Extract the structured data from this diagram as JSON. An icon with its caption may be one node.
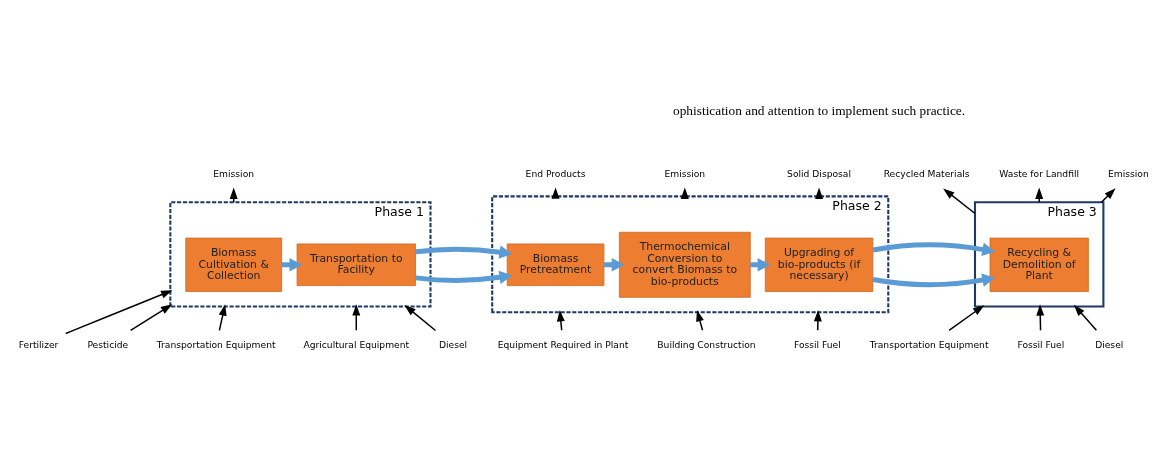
{
  "diagram": {
    "nodes": [
      {
        "text": [
          "Phase 1"
        ]
      },
      {
        "text": [
          "Biomass Cultivation & Collection"
        ],
        "in": 0
      },
      {
        "text": [
          "Transportation to Facility"
        ],
        "in": 0
      },
      {
        "text": [
          "Phase 2"
        ]
      },
      {
        "text": [
          "Biomass Pretreatment"
        ],
        "in": 3
      },
      {
        "text": [
          "Thermochemical Conversion to convert Biomass to bio-products"
        ],
        "in": 3
      },
      {
        "text": [
          "Upgrading of bio-products (if necessary)"
        ],
        "in": 3
      },
      {
        "text": [
          "Phase 3"
        ]
      },
      {
        "text": [
          "Recycling & Demolition of Plant"
        ],
        "in": 7
      },
      {
        "text": [
          "Emission"
        ]
      },
      {
        "text": [
          "End Products"
        ]
      },
      {
        "text": [
          "Emission"
        ]
      },
      {
        "text": [
          "Solid Disposal"
        ]
      },
      {
        "text": [
          "Recycled Materials"
        ]
      },
      {
        "text": [
          "Waste for Landfill"
        ]
      },
      {
        "text": [
          "Emission"
        ]
      },
      {
        "text": [
          "Fertilizer"
        ]
      },
      {
        "text": [
          "Pesticide"
        ]
      },
      {
        "text": [
          "Transportation Equipment"
        ]
      },
      {
        "text": [
          "Agricultural Equipment"
        ]
      },
      {
        "text": [
          "Diesel"
        ]
      },
      {
        "text": [
          "Equipment Required in Plant"
        ]
      },
      {
        "text": [
          "Building Construction"
        ]
      },
      {
        "text": [
          "Fossil Fuel"
        ]
      },
      {
        "text": [
          "Transportation Equipment"
        ]
      },
      {
        "text": [
          "Fossil Fuel"
        ]
      },
      {
        "text": [
          "Diesel"
        ]
      }
    ],
    "edges": [
      {
        "from": 1,
        "to": 2,
        "arrow": "to",
        "style": "thick",
        "color": "#5b9bd5"
      },
      {
        "from": 2,
        "to": 4,
        "arrow": "to",
        "style": "thick",
        "color": "#5b9bd5"
      },
      {
        "from": 4,
        "to": 5,
        "arrow": "to",
        "style": "thick",
        "color": "#5b9bd5"
      },
      {
        "from": 5,
        "to": 6,
        "arrow": "to",
        "style": "thick",
        "color": "#5b9bd5"
      },
      {
        "from": 6,
        "to": 8,
        "arrow": "to",
        "style": "thick",
        "color": "#5b9bd5"
      },
      {
        "from": 0,
        "to": 9,
        "arrow": "to"
      },
      {
        "from": 3,
        "to": 10,
        "arrow": "to"
      },
      {
        "from": 3,
        "to": 11,
        "arrow": "to"
      },
      {
        "from": 3,
        "to": 12,
        "arrow": "to"
      },
      {
        "from": 7,
        "to": 13,
        "arrow": "to"
      },
      {
        "from": 7,
        "to": 14,
        "arrow": "to"
      },
      {
        "from": 7,
        "to": 15,
        "arrow": "to"
      },
      {
        "from": 16,
        "to": 0,
        "arrow": "to"
      },
      {
        "from": 17,
        "to": 0,
        "arrow": "to"
      },
      {
        "from": 18,
        "to": 0,
        "arrow": "to"
      },
      {
        "from": 19,
        "to": 0,
        "arrow": "to"
      },
      {
        "from": 20,
        "to": 0,
        "arrow": "to"
      },
      {
        "from": 21,
        "to": 3,
        "arrow": "to"
      },
      {
        "from": 22,
        "to": 3,
        "arrow": "to"
      },
      {
        "from": 23,
        "to": 3,
        "arrow": "to"
      },
      {
        "from": 24,
        "to": 7,
        "arrow": "to"
      },
      {
        "from": 25,
        "to": 7,
        "arrow": "to"
      },
      {
        "from": 26,
        "to": 7,
        "arrow": "to"
      }
    ],
    "labels": [
      "ophistication and attention to implement such practice."
    ]
  }
}
